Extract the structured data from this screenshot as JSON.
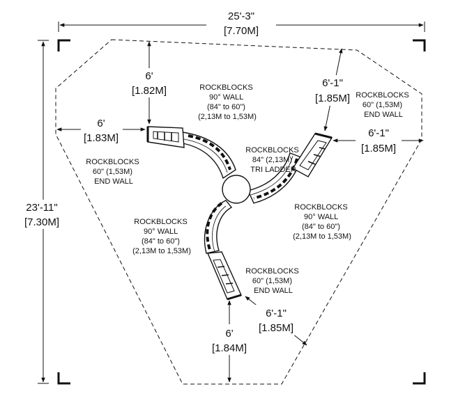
{
  "dimensions": {
    "overall_width": {
      "imperial": "25'-3\"",
      "metric": "[7.70M]"
    },
    "overall_depth": {
      "imperial": "23'-11\"",
      "metric": "[7.30M]"
    },
    "top_clearance": {
      "imperial": "6'",
      "metric": "[1.82M]"
    },
    "left_clearance": {
      "imperial": "6'",
      "metric": "[1.83M]"
    },
    "upper_right_clearance": {
      "imperial": "6'-1\"",
      "metric": "[1.85M]"
    },
    "right_clearance": {
      "imperial": "6'-1\"",
      "metric": "[1.85M]"
    },
    "lower_right_clearance": {
      "imperial": "6'-1\"",
      "metric": "[1.85M]"
    },
    "bottom_clearance": {
      "imperial": "6'",
      "metric": "[1.84M]"
    }
  },
  "labels": {
    "top_wall": [
      "ROCKBLOCKS",
      "90° WALL",
      "(84\" to 60\")",
      "(2,13M to 1,53M)"
    ],
    "right_end_wall": [
      "ROCKBLOCKS",
      "60\" (1,53M)",
      "END WALL"
    ],
    "tri_ladder": [
      "ROCKBLOCKS",
      "84\" (2,13M)",
      "TRI LADDER"
    ],
    "left_end_wall": [
      "ROCKBLOCKS",
      "60\" (1,53M)",
      "END WALL"
    ],
    "right_wall": [
      "ROCKBLOCKS",
      "90° WALL",
      "(84\" to 60\")",
      "(2,13M to 1,53M)"
    ],
    "left_wall": [
      "ROCKBLOCKS",
      "90° WALL",
      "(84\" to 60\")",
      "(2,13M to 1,53M)"
    ],
    "bottom_end_wall": [
      "ROCKBLOCKS",
      "60\" (1,53M)",
      "END WALL"
    ]
  }
}
